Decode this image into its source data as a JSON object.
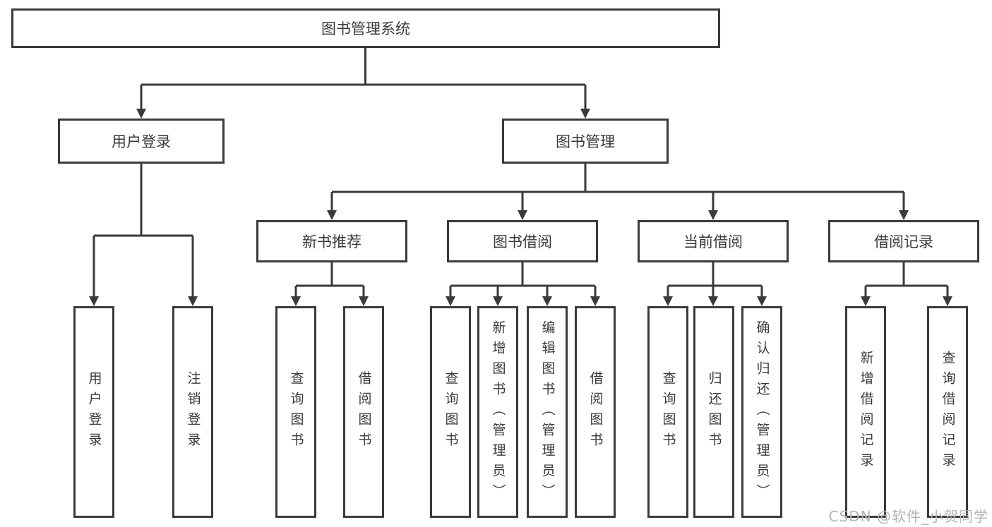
{
  "colors": {
    "line": "#3a3a3a",
    "box_bg": "#ffffff",
    "watermark": "#b5b5b5"
  },
  "watermark": "CSDN @软件_小贺同学",
  "tree": {
    "root": {
      "label": "图书管理系统"
    },
    "level2": [
      {
        "id": "user-login",
        "label": "用户登录"
      },
      {
        "id": "book-management",
        "label": "图书管理"
      }
    ],
    "level3": [
      {
        "id": "new-book-recommend",
        "label": "新书推荐",
        "parent": "图书管理"
      },
      {
        "id": "book-borrowing",
        "label": "图书借阅",
        "parent": "图书管理"
      },
      {
        "id": "current-borrowing",
        "label": "当前借阅",
        "parent": "图书管理"
      },
      {
        "id": "borrowing-records",
        "label": "借阅记录",
        "parent": "图书管理"
      }
    ],
    "leaves": [
      {
        "parent": "用户登录",
        "label": "用户登录"
      },
      {
        "parent": "用户登录",
        "label": "注销登录"
      },
      {
        "parent": "新书推荐",
        "label": "查询图书"
      },
      {
        "parent": "新书推荐",
        "label": "借阅图书"
      },
      {
        "parent": "图书借阅",
        "label": "查询图书"
      },
      {
        "parent": "图书借阅",
        "label": "新增图书（管理员）"
      },
      {
        "parent": "图书借阅",
        "label": "编辑图书（管理员）"
      },
      {
        "parent": "图书借阅",
        "label": "借阅图书"
      },
      {
        "parent": "当前借阅",
        "label": "查询图书"
      },
      {
        "parent": "当前借阅",
        "label": "归还图书"
      },
      {
        "parent": "当前借阅",
        "label": "确认归还（管理员）"
      },
      {
        "parent": "借阅记录",
        "label": "新增借阅记录"
      },
      {
        "parent": "借阅记录",
        "label": "查询借阅记录"
      }
    ]
  }
}
